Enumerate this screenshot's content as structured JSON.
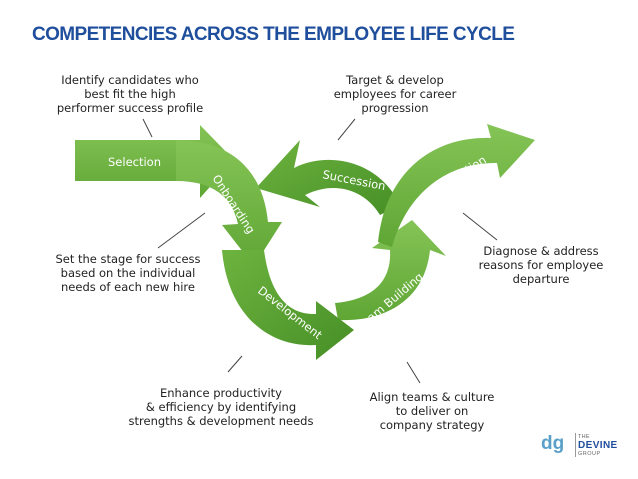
{
  "title": "COMPETENCIES ACROSS THE EMPLOYEE LIFE CYCLE",
  "colors": {
    "title": "#1f4e9c",
    "arrow_light": "#72b844",
    "arrow_dark": "#4c9a2a",
    "shade": "#3d7f21"
  },
  "stages": [
    "Selection",
    "Onboarding",
    "Development",
    "Team Building",
    "Succession",
    "Separation"
  ],
  "annotations": {
    "selection": [
      "Identify candidates who",
      "best fit the high",
      "performer success profile"
    ],
    "succession": [
      "Target & develop",
      "employees for career",
      "progression"
    ],
    "onboarding": [
      "Set the stage for success",
      "based on the individual",
      "needs of each new hire"
    ],
    "separation": [
      "Diagnose & address",
      "reasons for employee",
      "departure"
    ],
    "development": [
      "Enhance productivity",
      "& efficiency by identifying",
      "strengths & development needs"
    ],
    "team_building": [
      "Align teams & culture",
      "to deliver on",
      "company strategy"
    ]
  },
  "logo": {
    "mark": "dg",
    "small": "THE",
    "name": "DEVINE",
    "sub": "GROUP"
  }
}
